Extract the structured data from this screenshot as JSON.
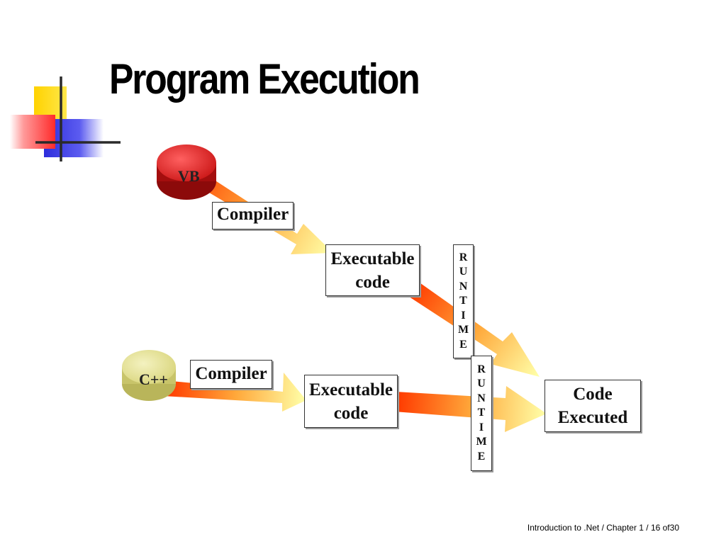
{
  "slide": {
    "title": "Program Execution",
    "footer": "Introduction to .Net / Chapter 1 / 16 of30"
  },
  "diagram": {
    "vb_label": "VB",
    "cpp_label": "C++",
    "compiler_label": "Compiler",
    "executable_line1": "Executable",
    "executable_line2": "code",
    "runtime_letters": [
      "R",
      "U",
      "N",
      "T",
      "I",
      "M",
      "E"
    ],
    "executed_line1": "Code",
    "executed_line2": "Executed"
  },
  "colors": {
    "vb_disk": "#c91414",
    "cpp_disk": "#e3e08c",
    "arrow_start": "#ff3a00",
    "arrow_end": "#ffffa8",
    "deco_yellow": "#ffd200",
    "deco_blue": "#2d2ddc",
    "deco_red": "#ff3c3c"
  }
}
